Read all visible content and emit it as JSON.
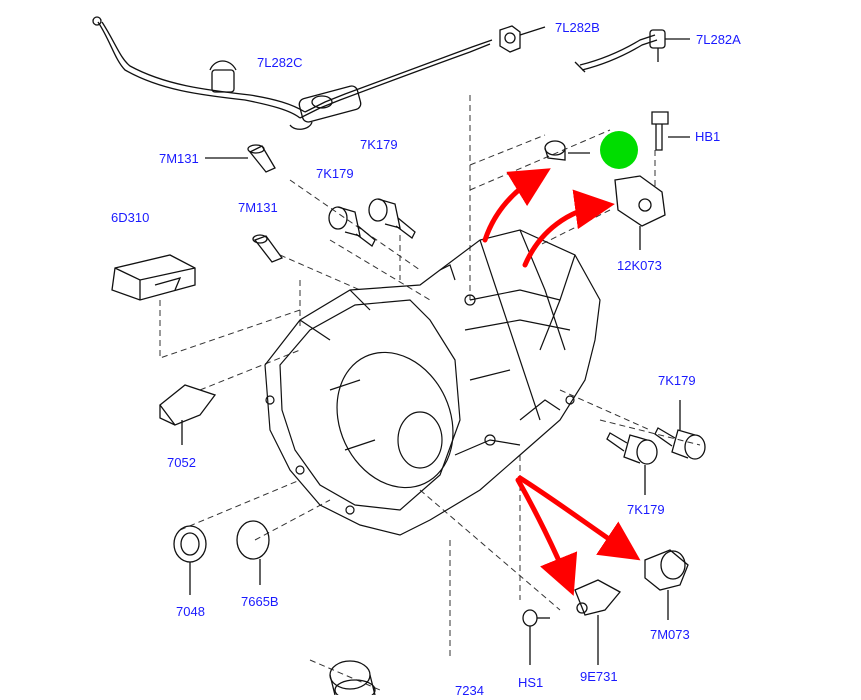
{
  "labels": {
    "p_7l282b": "7L282B",
    "p_7l282a": "7L282A",
    "p_7l282c": "7L282C",
    "p_hb1": "HB1",
    "p_7m131_top": "7M131",
    "p_7k179_tl": "7K179",
    "p_7k179_tm": "7K179",
    "p_6d310": "6D310",
    "p_7m131_mid": "7M131",
    "p_12k073": "12K073",
    "p_7k179_right_top": "7K179",
    "p_7052": "7052",
    "p_7k179_right_bottom": "7K179",
    "p_7048": "7048",
    "p_7665b": "7665B",
    "p_7m073": "7M073",
    "p_hs1": "HS1",
    "p_9e731": "9E731",
    "p_7234": "7234"
  },
  "colors": {
    "label_text": "#1a1aff",
    "arrow": "#ff0000",
    "marker": "#00dd00",
    "line": "#000000",
    "leader_dash": "#000000"
  },
  "icons": {
    "marker": "green-circle-marker",
    "arrows": "red-curved-arrows"
  }
}
